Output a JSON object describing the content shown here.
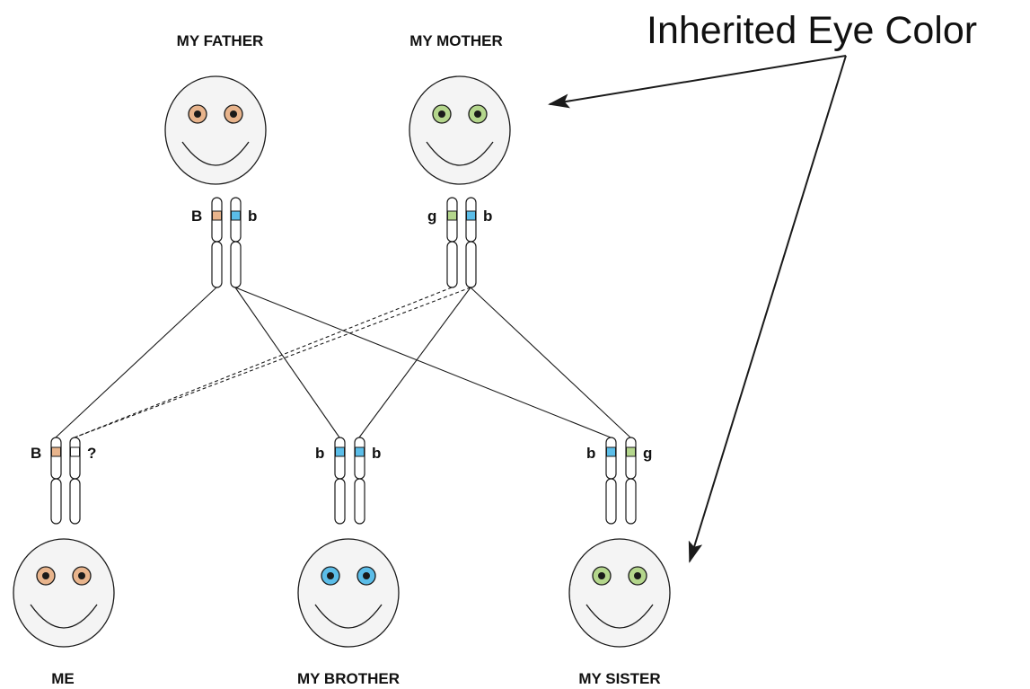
{
  "title": "Inherited Eye Color",
  "colors": {
    "brown": "#e8b48c",
    "blue": "#5bbde8",
    "green": "#b4d68c",
    "face_fill": "#f4f4f4",
    "outline": "#1a1a1a"
  },
  "people": {
    "father": {
      "label": "MY FATHER",
      "eye_color": "brown",
      "alleles": [
        "B",
        "b"
      ],
      "alleles_shown": [
        "brown",
        "blue"
      ]
    },
    "mother": {
      "label": "MY MOTHER",
      "eye_color": "green",
      "alleles": [
        "g",
        "b"
      ],
      "alleles_shown": [
        "green",
        "blue"
      ]
    },
    "me": {
      "label": "ME",
      "eye_color": "brown",
      "alleles": [
        "B",
        "?"
      ],
      "alleles_shown": [
        "brown",
        "unknown"
      ]
    },
    "brother": {
      "label": "MY BROTHER",
      "eye_color": "blue",
      "alleles": [
        "b",
        "b"
      ],
      "alleles_shown": [
        "blue",
        "blue"
      ]
    },
    "sister": {
      "label": "MY SISTER",
      "eye_color": "green",
      "alleles": [
        "b",
        "g"
      ],
      "alleles_shown": [
        "blue",
        "green"
      ]
    }
  },
  "inheritance_links": [
    {
      "from": "father",
      "to": "me",
      "style": "solid"
    },
    {
      "from": "father",
      "to": "brother",
      "style": "solid"
    },
    {
      "from": "father",
      "to": "sister",
      "style": "solid"
    },
    {
      "from": "mother",
      "to": "me",
      "style": "dashed"
    },
    {
      "from": "mother",
      "to": "brother",
      "style": "solid"
    },
    {
      "from": "mother",
      "to": "sister",
      "style": "solid"
    }
  ]
}
